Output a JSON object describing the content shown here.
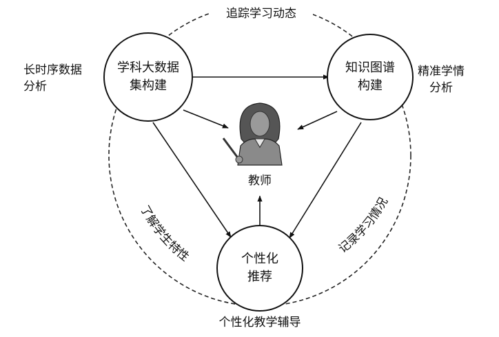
{
  "nodes": {
    "top_left": {
      "line1": "学科大数据",
      "line2": "集构建"
    },
    "top_right": {
      "line1": "知识图谱",
      "line2": "构建"
    },
    "bottom": {
      "line1": "个性化",
      "line2": "推荐"
    }
  },
  "center": {
    "label": "教师",
    "icon": "teacher-icon"
  },
  "outer_labels": {
    "top": "追踪学习动态",
    "left_line1": "长时序数据",
    "left_line2": "分析",
    "right_line1": "精准学情",
    "right_line2": "分析",
    "bottom": "个性化教学辅导",
    "arc_left": "了解学生特性",
    "arc_right": "记录学习情况"
  }
}
